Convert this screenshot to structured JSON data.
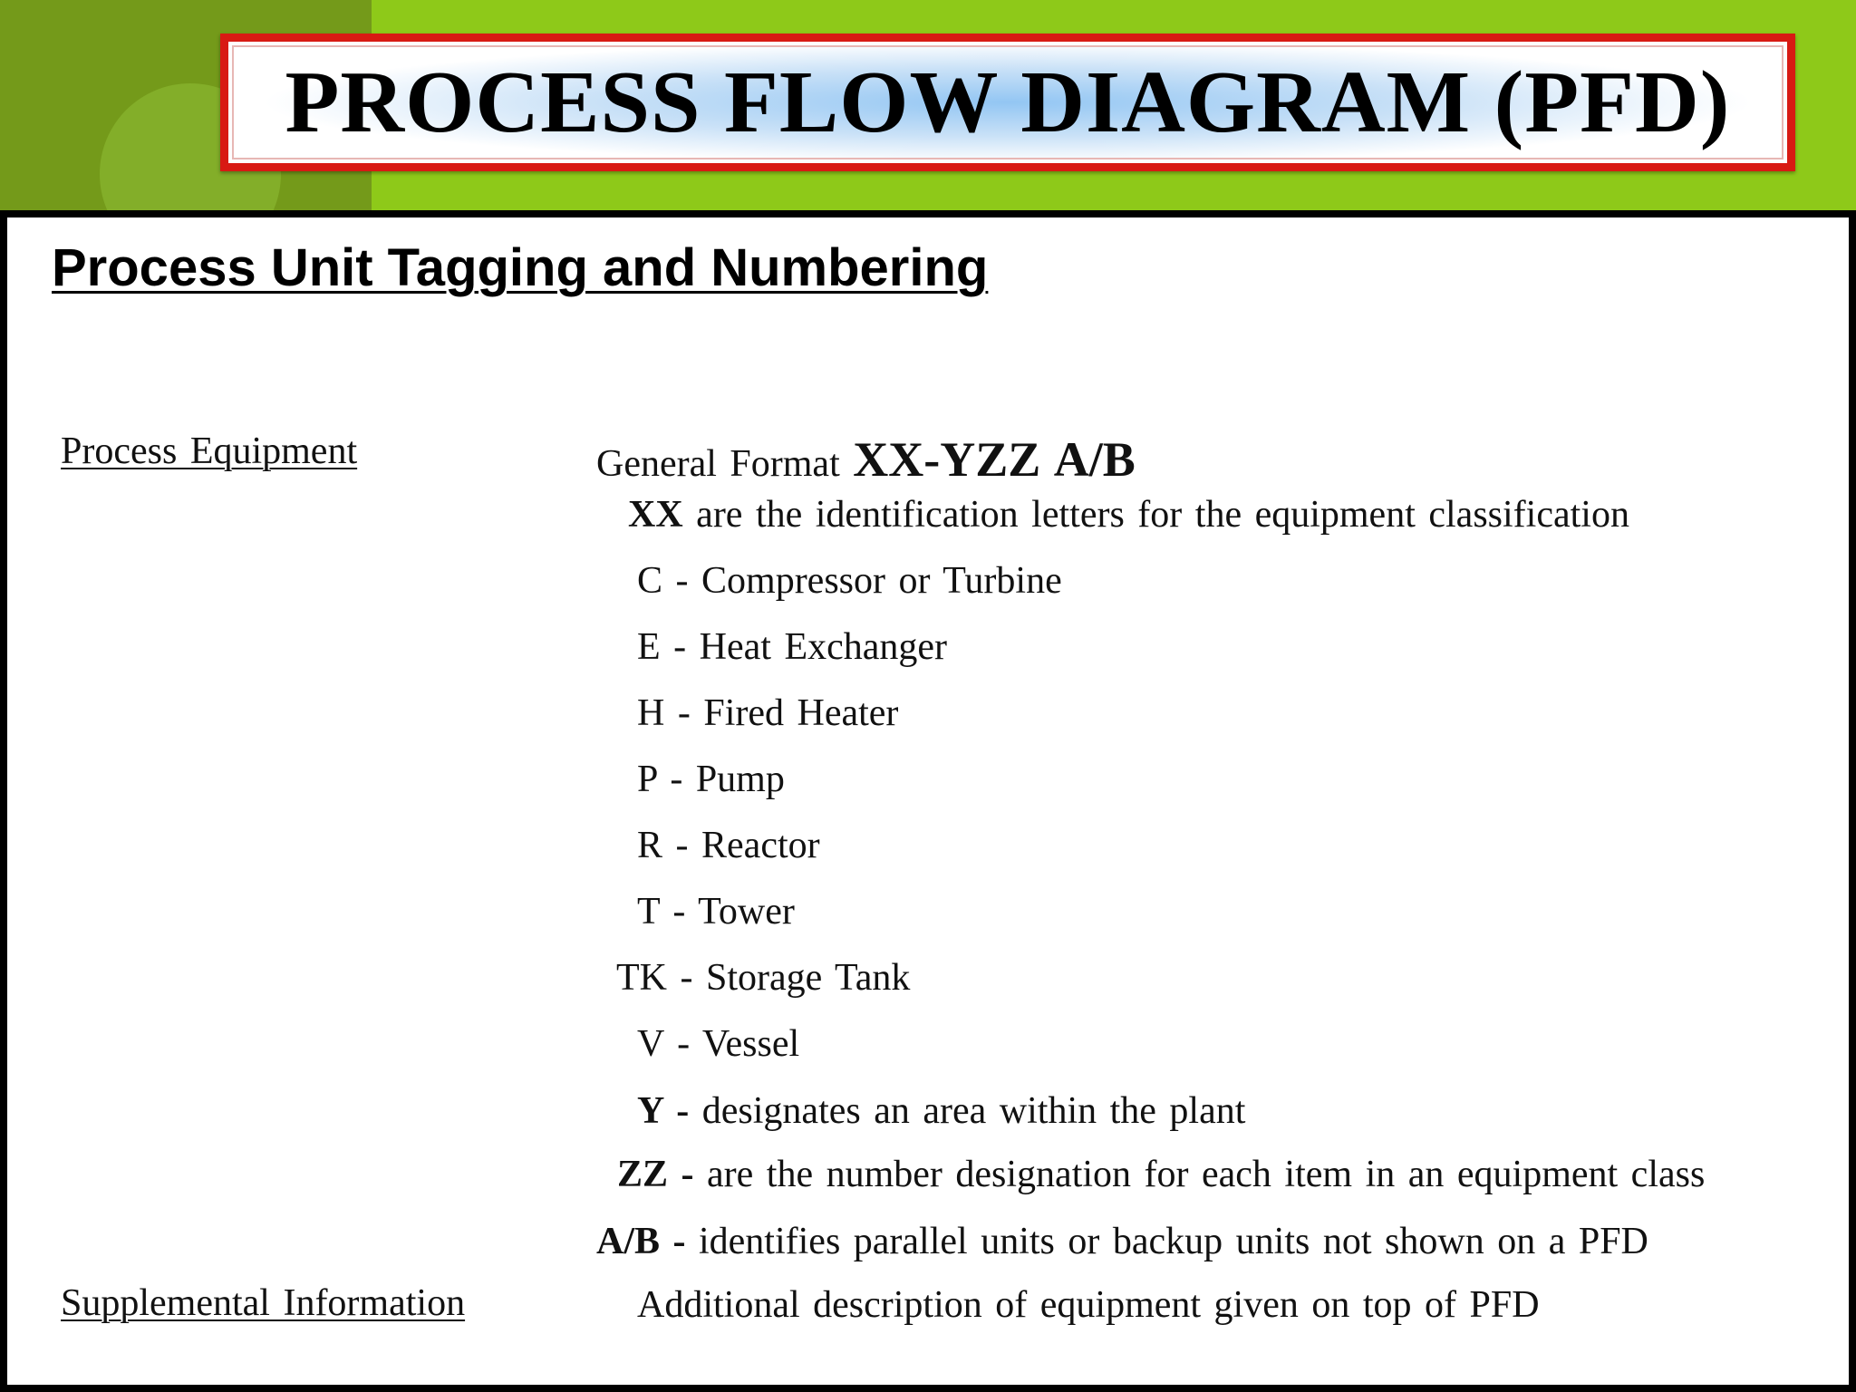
{
  "header": {
    "title": "PROCESS FLOW DIAGRAM (PFD)"
  },
  "section": {
    "title": "Process Unit Tagging and Numbering"
  },
  "labels": {
    "process_equipment": "Process Equipment",
    "supplemental_information": "Supplemental Information"
  },
  "general_format": {
    "label": "General Format",
    "code": "XX-YZZ A/B"
  },
  "xx_line": {
    "term": "XX",
    "text": "are the identification letters for the equipment classification"
  },
  "classifications": [
    {
      "code": "C",
      "name": "Compressor or Turbine"
    },
    {
      "code": "E",
      "name": "Heat Exchanger"
    },
    {
      "code": "H",
      "name": "Fired Heater"
    },
    {
      "code": "P",
      "name": "Pump"
    },
    {
      "code": "R",
      "name": "Reactor"
    },
    {
      "code": "T",
      "name": "Tower"
    },
    {
      "code": "TK",
      "name": "Storage Tank"
    },
    {
      "code": "V",
      "name": "Vessel"
    }
  ],
  "definitions": [
    {
      "term": "Y -",
      "text": "designates an area within the plant"
    },
    {
      "term": "ZZ -",
      "text": "are the number designation for each item in an equipment class"
    },
    {
      "term": "A/B -",
      "text": "identifies parallel units or backup units not shown on a PFD"
    }
  ],
  "supplemental": {
    "text": "Additional description of equipment given on top of PFD"
  },
  "colors": {
    "header_green": "#8ec919",
    "header_dark_green": "#749a1a",
    "title_border_red": "#d81a13",
    "title_glow_blue": "#93c6f3"
  }
}
